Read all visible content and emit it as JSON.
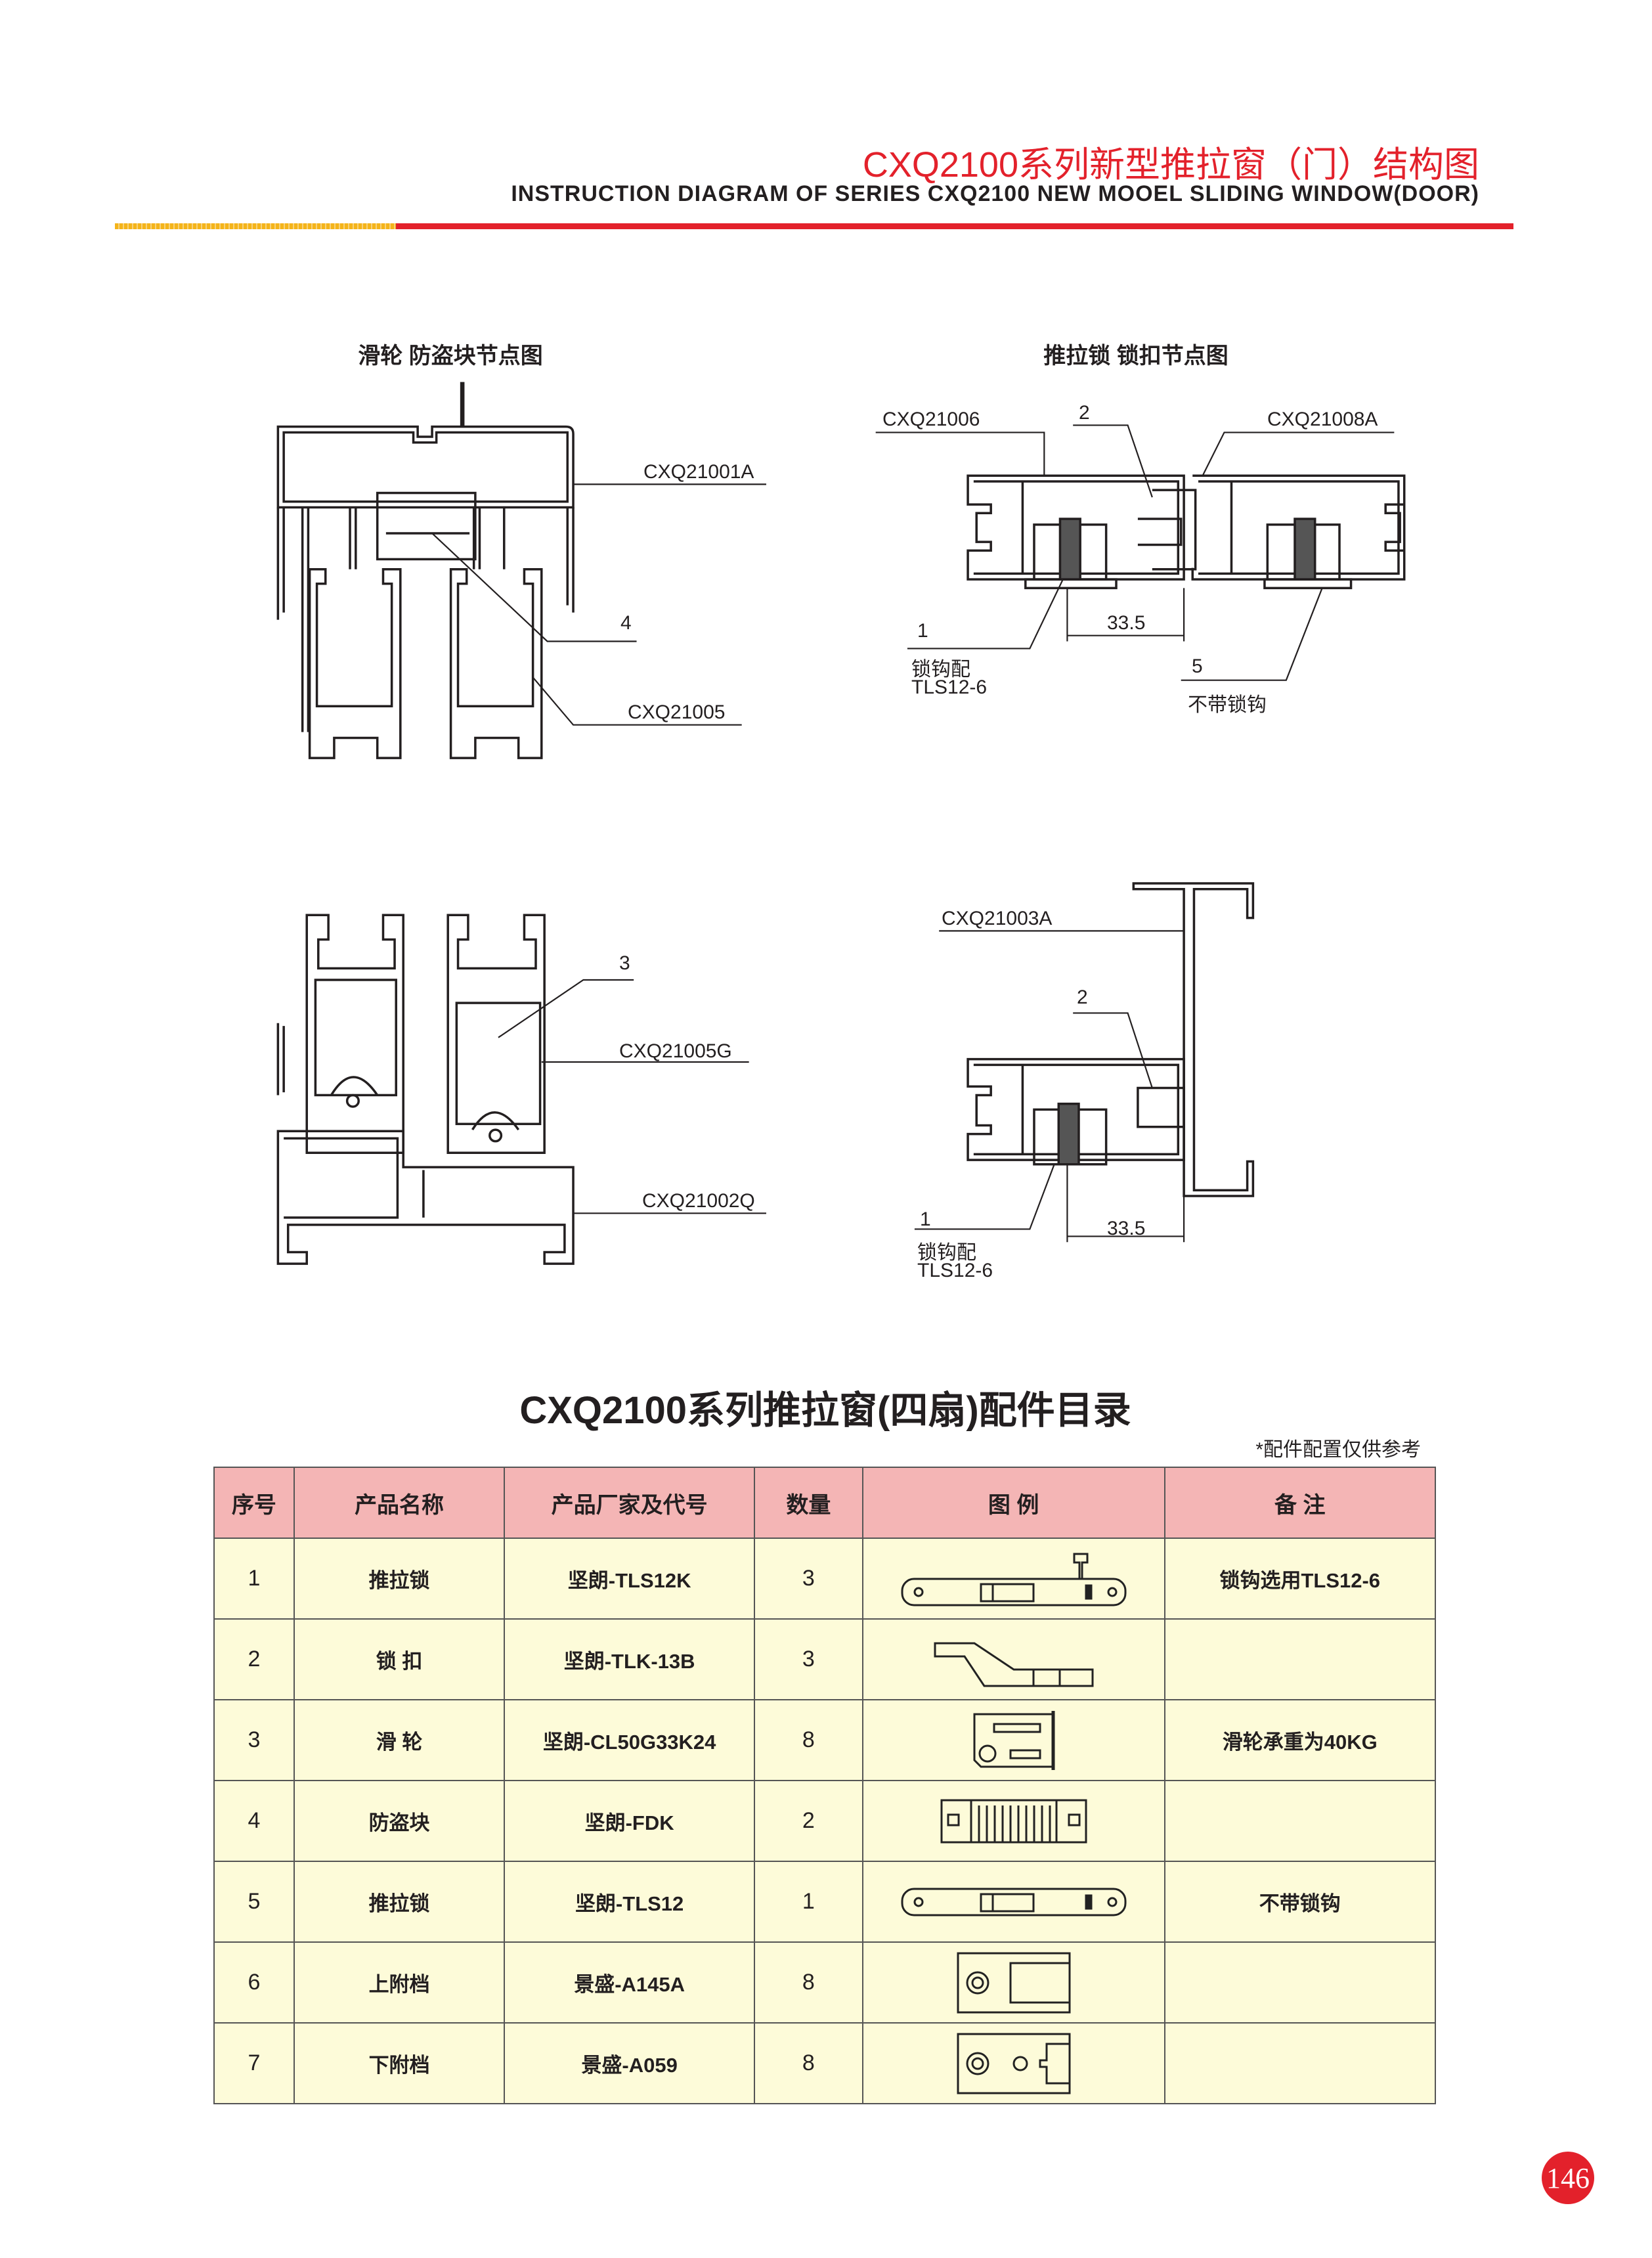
{
  "header": {
    "title": "CXQ2100系列新型推拉窗（门）结构图",
    "subtitle": "INSTRUCTION DIAGRAM OF SERIES CXQ2100 NEW MOOEL SLIDING WINDOW(DOOR)"
  },
  "diagrams": {
    "d1": {
      "caption": "滑轮 防盗块节点图",
      "labels": [
        "CXQ21001A",
        "4",
        "CXQ21005"
      ]
    },
    "d2": {
      "caption": "推拉锁 锁扣节点图",
      "labels": [
        "CXQ21006",
        "2",
        "CXQ21008A",
        "33.5",
        "1",
        "锁钩配",
        "TLS12-6",
        "5",
        "不带锁钩"
      ]
    },
    "d3": {
      "labels": [
        "3",
        "CXQ21005G",
        "CXQ21002Q"
      ]
    },
    "d4": {
      "labels": [
        "CXQ21003A",
        "2",
        "33.5",
        "1",
        "锁钩配",
        "TLS12-6"
      ]
    }
  },
  "catalog": {
    "title": "CXQ2100系列推拉窗(四扇)配件目录",
    "note": "*配件配置仅供参考",
    "headers": [
      "序号",
      "产品名称",
      "产品厂家及代号",
      "数量",
      "图 例",
      "备 注"
    ],
    "rows": [
      {
        "no": "1",
        "name": "推拉锁",
        "code": "坚朗-TLS12K",
        "qty": "3",
        "icon": "sliding-lock-with-hook",
        "remark": "锁钩选用TLS12-6"
      },
      {
        "no": "2",
        "name": "锁 扣",
        "code": "坚朗-TLK-13B",
        "qty": "3",
        "icon": "lock-keeper",
        "remark": ""
      },
      {
        "no": "3",
        "name": "滑 轮",
        "code": "坚朗-CL50G33K24",
        "qty": "8",
        "icon": "roller",
        "remark": "滑轮承重为40KG"
      },
      {
        "no": "4",
        "name": "防盗块",
        "code": "坚朗-FDK",
        "qty": "2",
        "icon": "anti-theft-block",
        "remark": ""
      },
      {
        "no": "5",
        "name": "推拉锁",
        "code": "坚朗-TLS12",
        "qty": "1",
        "icon": "sliding-lock",
        "remark": "不带锁钩"
      },
      {
        "no": "6",
        "name": "上附档",
        "code": "景盛-A145A",
        "qty": "8",
        "icon": "upper-stop",
        "remark": ""
      },
      {
        "no": "7",
        "name": "下附档",
        "code": "景盛-A059",
        "qty": "8",
        "icon": "lower-stop",
        "remark": ""
      }
    ]
  },
  "page_number": "146",
  "colors": {
    "accent": "#e3212b",
    "header_row": "#f4b5b5",
    "body_row": "#fdfbd9"
  }
}
